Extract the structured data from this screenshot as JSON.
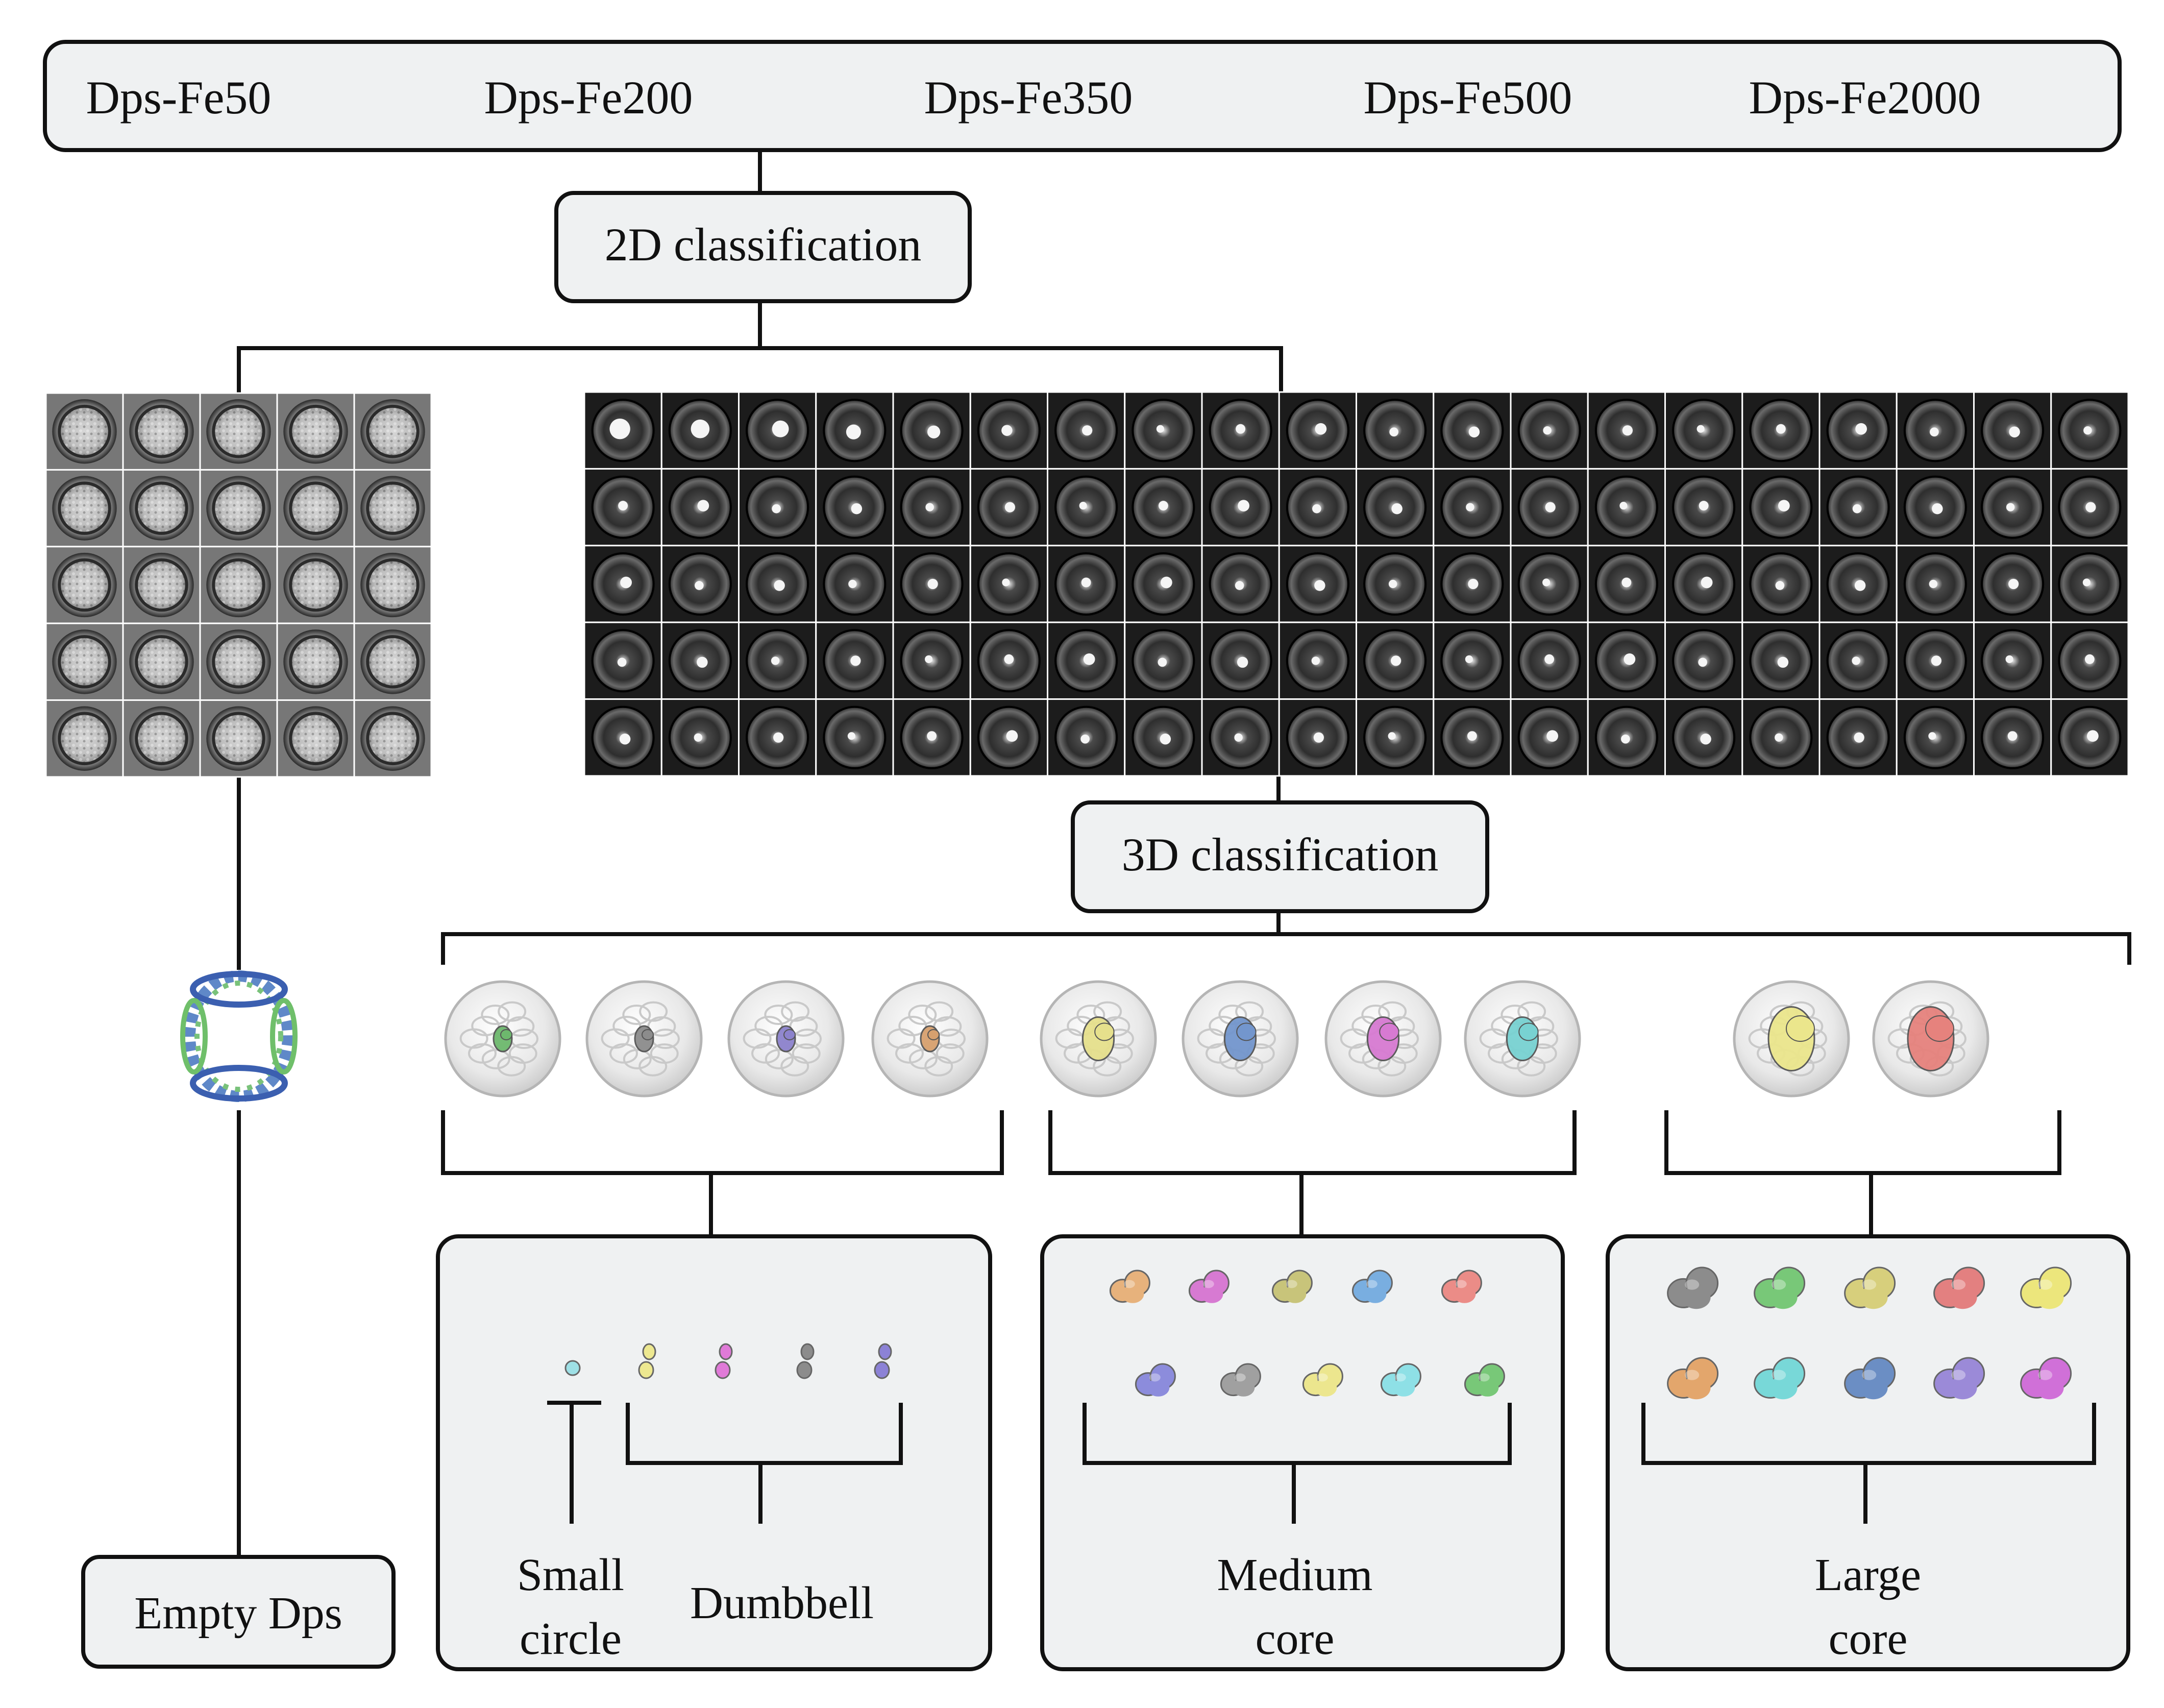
{
  "datasets": [
    "Dps-Fe50",
    "Dps-Fe200",
    "Dps-Fe350",
    "Dps-Fe500",
    "Dps-Fe2000"
  ],
  "steps": {
    "classification_2d": "2D classification",
    "classification_3d": "3D classification"
  },
  "outcomes": {
    "empty": "Empty Dps",
    "small_circle": [
      "Small",
      "circle"
    ],
    "dumbbell": "Dumbbell",
    "medium_core": [
      "Medium",
      "core"
    ],
    "large_core": [
      "Large",
      "core"
    ]
  },
  "grids": {
    "empty_classes": {
      "rows": 5,
      "cols": 5
    },
    "core_classes": {
      "rows": 5,
      "cols": 20
    }
  },
  "maps_3d": {
    "small_and_dumbbell": [
      "#6db86d",
      "#8c8c8c",
      "#8c82cc",
      "#d7a06e"
    ],
    "medium": [
      "#e6e08c",
      "#7396cd",
      "#d77ad2",
      "#78d2d2"
    ],
    "large": [
      "#ebe68c",
      "#e6827d"
    ]
  },
  "cores": {
    "small_circle": [
      "#9ee0e6"
    ],
    "dumbbell": [
      "#ede890",
      "#e07ad8",
      "#8c8c8c",
      "#8c82d6"
    ],
    "medium": [
      "#e7b27c",
      "#d77ad2",
      "#c8c47a",
      "#79aee0",
      "#eb8c87",
      "#8c8cdc",
      "#a0a0a0",
      "#ece68e",
      "#8ee0e6",
      "#78c878"
    ],
    "large": [
      "#8c8c8c",
      "#78c878",
      "#d7cf7c",
      "#e38080",
      "#ece67c",
      "#e3a66c",
      "#78d8d8",
      "#6b8ec4",
      "#9b8ad8",
      "#d070d8"
    ]
  }
}
